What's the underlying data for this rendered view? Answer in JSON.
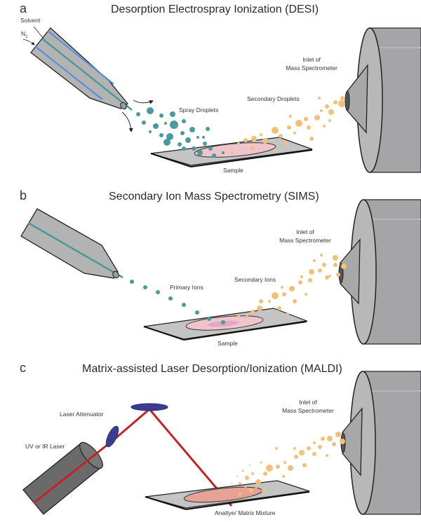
{
  "colors": {
    "nozzle_gray": "#b3b3b3",
    "outline": "#222222",
    "solvent_line": "#4a9a9a",
    "gas_line": "#5b8fd6",
    "primary_droplet": "#4a9aa0",
    "secondary_droplet": "#f2c07a",
    "sample_pink": "#f0c4cc",
    "plate_gray": "#c4c4c4",
    "ms_body": "#a5a5a8",
    "ms_face": "#b8b8b8",
    "laser_red": "#c0232b",
    "attenuator_blue": "#3b3d92",
    "laser_body": "#6a6a6a",
    "matrix_mixture": "#e7a296"
  },
  "panels": [
    {
      "letter": "a",
      "title": "Desorption Electrospray Ionization (DESI)",
      "labels": {
        "solvent": "Solvent",
        "gas": "N",
        "gas_sub": "2",
        "spray": "Spray Droplets",
        "secondary": "Secondary Droplets",
        "sample": "Sample",
        "inlet_line1": "Inlet of",
        "inlet_line2": "Mass Spectrometer"
      }
    },
    {
      "letter": "b",
      "title": "Secondary Ion Mass Spectrometry (SIMS)",
      "labels": {
        "primary": "Primary Ions",
        "secondary": "Secondary Ions",
        "sample": "Sample",
        "inlet_line1": "Inlet of",
        "inlet_line2": "Mass Spectrometer"
      }
    },
    {
      "letter": "c",
      "title": "Matrix-assisted Laser Desorption/Ionization (MALDI)",
      "labels": {
        "attenuator": "Laser Attenuator",
        "laser": "UV or IR Laser",
        "mixture": "Analtye/ Matrix Mixture",
        "inlet_line1": "Inlet of",
        "inlet_line2": "Mass Spectrometer"
      }
    }
  ]
}
